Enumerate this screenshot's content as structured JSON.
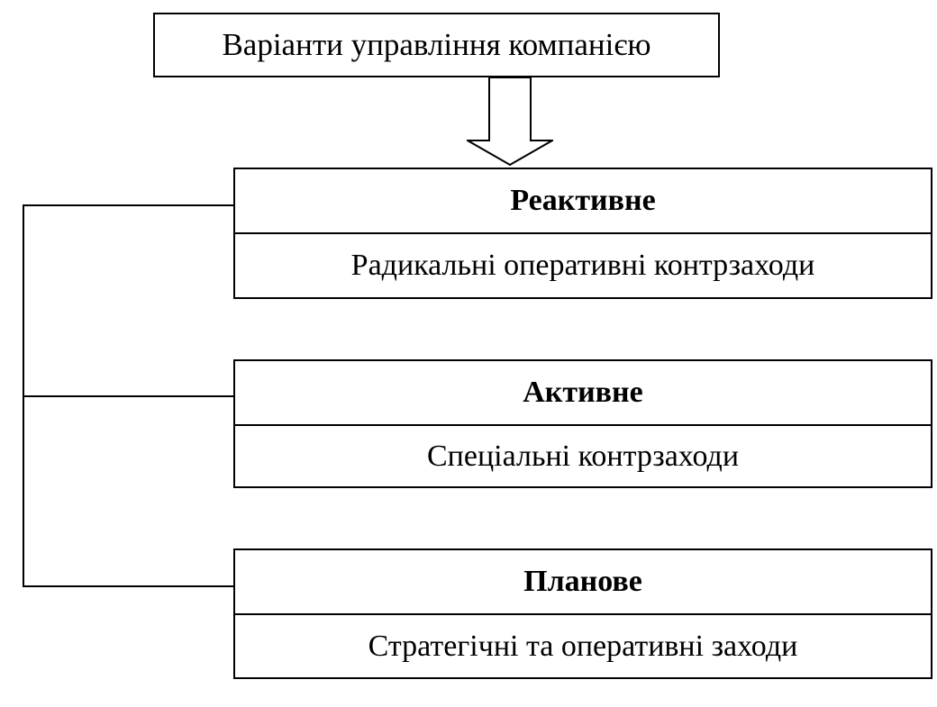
{
  "diagram": {
    "root": {
      "label": "Варіанти управління компанією"
    },
    "options": [
      {
        "title": "Реактивне",
        "description": "Радикальні оперативні контрзаходи"
      },
      {
        "title": "Активне",
        "description": "Спеціальні контрзаходи"
      },
      {
        "title": "Планове",
        "description": "Стратегічні та оперативні заходи"
      }
    ]
  }
}
